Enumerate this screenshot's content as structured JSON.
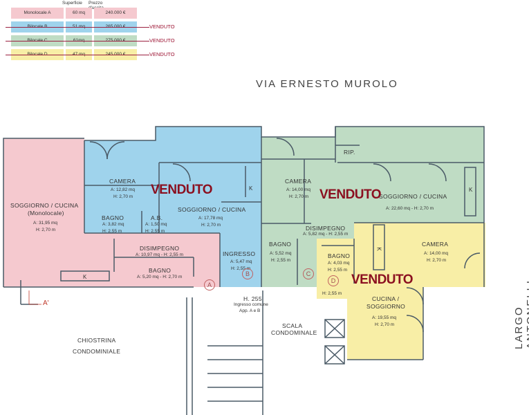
{
  "legend": {
    "headers": [
      "Superficie",
      "Prezzo d'uscita"
    ],
    "rows": [
      {
        "name": "Monolocale A",
        "area": "60 mq",
        "price": "240.000 €",
        "status": "",
        "color": "#f5c9cf"
      },
      {
        "name": "Bilocale B",
        "area": "51 mq",
        "price": "265.000 €",
        "status": "VENDUTO",
        "color": "#9fd3ec"
      },
      {
        "name": "Bilocale C",
        "area": "61mq",
        "price": "275.000 €",
        "status": "VENDUTO",
        "color": "#bfdcc4"
      },
      {
        "name": "Bilocale D",
        "area": "47 mq",
        "price": "245.000 €",
        "status": "VENDUTO",
        "color": "#f8eea6"
      }
    ]
  },
  "streets": {
    "top": "VIA ERNESTO MUROLO",
    "right": "LARGO ANTONELLI"
  },
  "sold_label": "VENDUTO",
  "rooms": {
    "a_soggiorno": {
      "name": "SOGGIORNO / CUCINA",
      "sub": "(Monolocale)",
      "area": "A: 31,95 mq",
      "height": "H: 2,70 m"
    },
    "a_disimpegno": {
      "name": "DISIMPEGNO",
      "area": "A: 10,97 mq  - H: 2,55 m"
    },
    "a_bagno": {
      "name": "BAGNO",
      "area": "A: 5,20 mq  - H: 2,70 m"
    },
    "b_camera": {
      "name": "CAMERA",
      "area": "A: 12,82 mq",
      "height": "H: 2,70 m"
    },
    "b_bagno": {
      "name": "BAGNO",
      "area": "A: 3,82 mq",
      "height": "H: 2,55 m"
    },
    "b_ab": {
      "name": "A.B.",
      "area": "A: 1,50 mq",
      "height": "H: 2,55 m"
    },
    "b_soggiorno": {
      "name": "SOGGIORNO / CUCINA",
      "area": "A: 17,78 mq",
      "height": "H: 2,70 m"
    },
    "b_ingresso": {
      "name": "INGRESSO",
      "area": "A: 5,47 mq",
      "height": "H: 2,55 m"
    },
    "c_camera": {
      "name": "CAMERA",
      "area": "A: 14,00 mq",
      "height": "H: 2,70 m"
    },
    "c_soggiorno": {
      "name": "SOGGIORNO / CUCINA",
      "area": "A: 22,60 mq - H: 2,70 m"
    },
    "c_disimpegno": {
      "name": "DISIMPEGNO",
      "area": "A: 5,82 mq  - H: 2,55 m"
    },
    "c_bagno": {
      "name": "BAGNO",
      "area": "A: 5,52 mq",
      "height": "H: 2,55 m"
    },
    "c_rip": {
      "name": "RIP."
    },
    "d_bagno": {
      "name": "BAGNO",
      "area": "A: 4,03 mq",
      "height": "H: 2,55 m"
    },
    "d_ingresso_h": {
      "name": "H: 2,55 m"
    },
    "d_camera": {
      "name": "CAMERA",
      "area": "A: 14,00 mq",
      "height": "H: 2,70 m"
    },
    "d_cucina": {
      "name": "CUCINA /",
      "name2": "SOGGIORNO",
      "area": "A: 19,55 mq",
      "height": "H: 2,70 m"
    }
  },
  "common": {
    "height": "H. 255",
    "entrance": "Ingresso comune",
    "apps": "App. A e B",
    "stair": "SCALA",
    "stair2": "CONDOMINALE",
    "court": "CHIOSTRINA",
    "court2": "CONDOMINIALE",
    "section": "A'"
  },
  "markers": [
    "A",
    "B",
    "C",
    "D"
  ],
  "kitchen_mark": "K"
}
